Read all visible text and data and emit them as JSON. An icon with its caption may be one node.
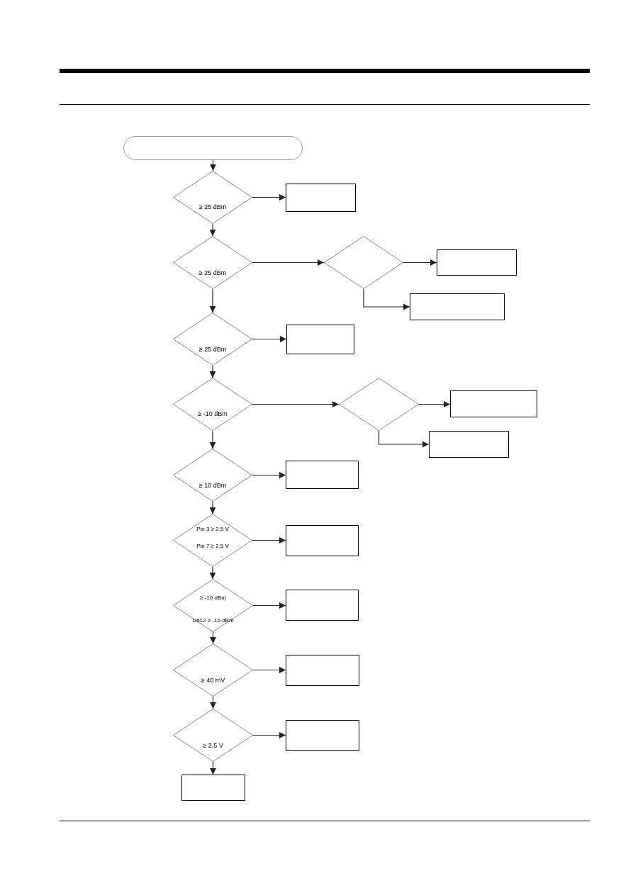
{
  "diagram": {
    "nodes": [
      {
        "text": [],
        "shape": "pill"
      },
      {
        "text": [
          "≥ 25 dBm"
        ]
      },
      {
        "text": [],
        "shape": "box"
      },
      {
        "text": [
          "≥ 25 dBm"
        ]
      },
      {
        "text": [],
        "shape": "diamond"
      },
      {
        "text": [],
        "shape": "box"
      },
      {
        "text": [],
        "shape": "box"
      },
      {
        "text": [
          "≥ 25 dBm"
        ]
      },
      {
        "text": [],
        "shape": "box"
      },
      {
        "text": [
          "≥ -10 dBm"
        ]
      },
      {
        "text": [],
        "shape": "diamond"
      },
      {
        "text": [],
        "shape": "box"
      },
      {
        "text": [],
        "shape": "box"
      },
      {
        "text": [
          "≥ 10 dBm"
        ]
      },
      {
        "text": [],
        "shape": "box"
      },
      {
        "text": [
          "Pin 3 ≥ 2.5 V",
          "Pin 7 ≥ 2.5 V"
        ]
      },
      {
        "text": [],
        "shape": "box"
      },
      {
        "text": [
          "≥ -10 dBm",
          "U612 ≥ -10 dBm"
        ]
      },
      {
        "text": [],
        "shape": "box"
      },
      {
        "text": [
          "≥ 40 mV"
        ]
      },
      {
        "text": [],
        "shape": "box"
      },
      {
        "text": [
          "≥ 2.5 V"
        ]
      },
      {
        "text": [],
        "shape": "box"
      },
      {
        "text": [],
        "shape": "box"
      }
    ],
    "edges": [
      {
        "from": 0,
        "to": 1,
        "arrow": "to"
      },
      {
        "from": 1,
        "to": 2,
        "arrow": "to"
      },
      {
        "from": 1,
        "to": 3,
        "arrow": "to"
      },
      {
        "from": 3,
        "to": 4,
        "arrow": "to"
      },
      {
        "from": 4,
        "to": 5,
        "arrow": "to"
      },
      {
        "from": 4,
        "to": 6,
        "arrow": "to"
      },
      {
        "from": 3,
        "to": 7,
        "arrow": "to"
      },
      {
        "from": 7,
        "to": 8,
        "arrow": "to"
      },
      {
        "from": 7,
        "to": 9,
        "arrow": "to"
      },
      {
        "from": 9,
        "to": 10,
        "arrow": "to"
      },
      {
        "from": 10,
        "to": 11,
        "arrow": "to"
      },
      {
        "from": 10,
        "to": 12,
        "arrow": "to"
      },
      {
        "from": 9,
        "to": 13,
        "arrow": "to"
      },
      {
        "from": 13,
        "to": 14,
        "arrow": "to"
      },
      {
        "from": 13,
        "to": 15,
        "arrow": "to"
      },
      {
        "from": 15,
        "to": 16,
        "arrow": "to"
      },
      {
        "from": 15,
        "to": 17,
        "arrow": "to"
      },
      {
        "from": 17,
        "to": 18,
        "arrow": "to"
      },
      {
        "from": 17,
        "to": 19,
        "arrow": "to"
      },
      {
        "from": 19,
        "to": 20,
        "arrow": "to"
      },
      {
        "from": 19,
        "to": 21,
        "arrow": "to"
      },
      {
        "from": 21,
        "to": 22,
        "arrow": "to"
      },
      {
        "from": 21,
        "to": 23,
        "arrow": "to"
      }
    ]
  }
}
